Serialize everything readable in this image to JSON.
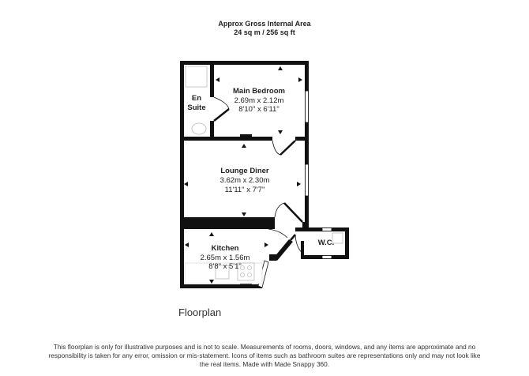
{
  "header": {
    "title": "Approx Gross Internal Area",
    "area": "24 sq m / 256 sq ft"
  },
  "rooms": [
    {
      "name": "Main Bedroom",
      "metric": "2.69m x 2.12m",
      "imperial": "8'10\" x 6'11\""
    },
    {
      "name_line1": "En",
      "name_line2": "Suite"
    },
    {
      "name": "Lounge Diner",
      "metric": "3.62m x 2.30m",
      "imperial": "11'11\" x 7'7\""
    },
    {
      "name": "Kitchen",
      "metric": "2.65m x 1.56m",
      "imperial": "8'8\" x 5'1\""
    },
    {
      "name": "W.C."
    }
  ],
  "floor_label": "Floorplan",
  "disclaimer": "This floorplan is only for illustrative purposes and is not to scale. Measurements of rooms, doors, windows, and any items are approximate and no responsibility is taken for any error, omission or mis-statement. Icons of items such as bathroom suites are representations only and may not look like the real items. Made with Made Snappy 360."
}
